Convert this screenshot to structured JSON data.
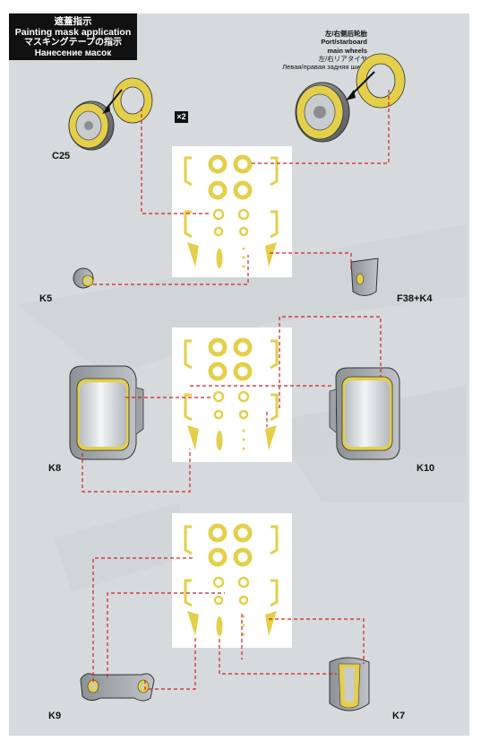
{
  "header": {
    "line1": "遮蓋指示",
    "line2": "Painting mask application",
    "line3": "マスキングテープの指示",
    "line4": "Нанесение масок"
  },
  "multiplier": "×2",
  "wheel_note": {
    "line1": "左/右侧后轮胎",
    "line2": "Port/starboard",
    "line3": "main wheels",
    "line4": "左/右リアタイヤ",
    "line5": "Левая/правая задняя шина"
  },
  "parts": {
    "c25": "C25",
    "k5": "K5",
    "f38_k4": "F38+K4",
    "k8": "K8",
    "k10": "K10",
    "k9": "K9",
    "k7": "K7"
  },
  "colors": {
    "mask_yellow": "#e3cf4a",
    "leader_red": "#d42020",
    "background": "#d6dadd"
  }
}
